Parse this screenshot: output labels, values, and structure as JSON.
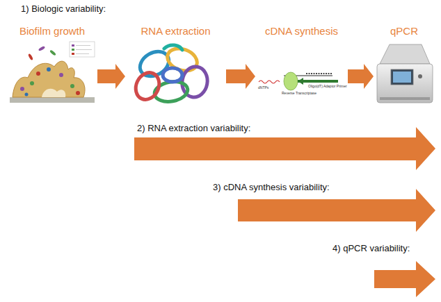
{
  "diagram": {
    "nodes": [
      {
        "text": [
          "Biofilm growth"
        ]
      },
      {
        "text": [
          "RNA extraction"
        ]
      },
      {
        "text": [
          "cDNA synthesis"
        ]
      },
      {
        "text": [
          "qPCR"
        ]
      }
    ],
    "edges": [
      {
        "from": 0,
        "to": 1,
        "arrow": "to"
      },
      {
        "from": 1,
        "to": 2,
        "arrow": "to"
      },
      {
        "from": 2,
        "to": 3,
        "arrow": "to"
      }
    ],
    "labels": [
      "1) Biologic variability:",
      "2) RNA extraction variability:",
      "3) cDNA synthesis variability:",
      "4) qPCR variability:",
      "dNTPs",
      "Reverse Transcriptase",
      "Oligo(dT) Adaptor Primer"
    ]
  }
}
